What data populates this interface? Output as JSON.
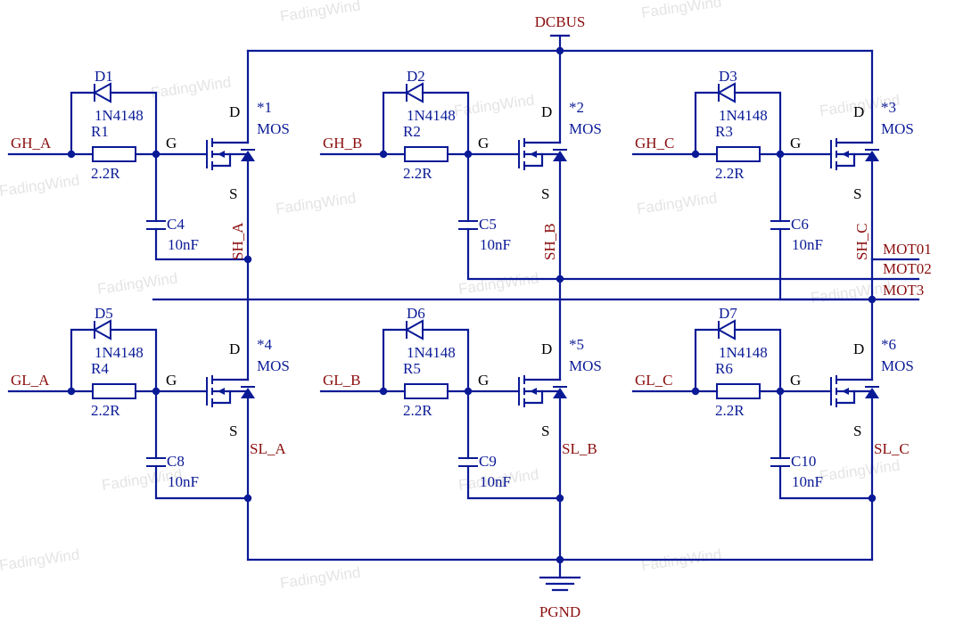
{
  "colors": {
    "wire": "#0a1a96",
    "net_label": "#8b0e0e",
    "pin_label": "#000000"
  },
  "watermark": "FadingWind",
  "power": {
    "top": "DCBUS",
    "bottom": "PGND"
  },
  "outputs": [
    "MOT01",
    "MOT02",
    "MOT3"
  ],
  "high_side": [
    {
      "gate_net": "GH_A",
      "diode": "D1",
      "diode_type": "1N4148",
      "resistor": "R1",
      "r_value": "2.2R",
      "cap": "C4",
      "c_value": "10nF",
      "mosfet_ref": "*1",
      "mosfet_type": "MOS",
      "pin_d": "D",
      "pin_g": "G",
      "pin_s": "S",
      "source_net": "SH_A"
    },
    {
      "gate_net": "GH_B",
      "diode": "D2",
      "diode_type": "1N4148",
      "resistor": "R2",
      "r_value": "2.2R",
      "cap": "C5",
      "c_value": "10nF",
      "mosfet_ref": "*2",
      "mosfet_type": "MOS",
      "pin_d": "D",
      "pin_g": "G",
      "pin_s": "S",
      "source_net": "SH_B"
    },
    {
      "gate_net": "GH_C",
      "diode": "D3",
      "diode_type": "1N4148",
      "resistor": "R3",
      "r_value": "2.2R",
      "cap": "C6",
      "c_value": "10nF",
      "mosfet_ref": "*3",
      "mosfet_type": "MOS",
      "pin_d": "D",
      "pin_g": "G",
      "pin_s": "S",
      "source_net": "SH_C"
    }
  ],
  "low_side": [
    {
      "gate_net": "GL_A",
      "diode": "D5",
      "diode_type": "1N4148",
      "resistor": "R4",
      "r_value": "2.2R",
      "cap": "C8",
      "c_value": "10nF",
      "mosfet_ref": "*4",
      "mosfet_type": "MOS",
      "pin_d": "D",
      "pin_g": "G",
      "pin_s": "S",
      "source_net": "SL_A"
    },
    {
      "gate_net": "GL_B",
      "diode": "D6",
      "diode_type": "1N4148",
      "resistor": "R5",
      "r_value": "2.2R",
      "cap": "C9",
      "c_value": "10nF",
      "mosfet_ref": "*5",
      "mosfet_type": "MOS",
      "pin_d": "D",
      "pin_g": "G",
      "pin_s": "S",
      "source_net": "SL_B"
    },
    {
      "gate_net": "GL_C",
      "diode": "D7",
      "diode_type": "1N4148",
      "resistor": "R6",
      "r_value": "2.2R",
      "cap": "C10",
      "c_value": "10nF",
      "mosfet_ref": "*6",
      "mosfet_type": "MOS",
      "pin_d": "D",
      "pin_g": "G",
      "pin_s": "S",
      "source_net": "SL_C"
    }
  ]
}
